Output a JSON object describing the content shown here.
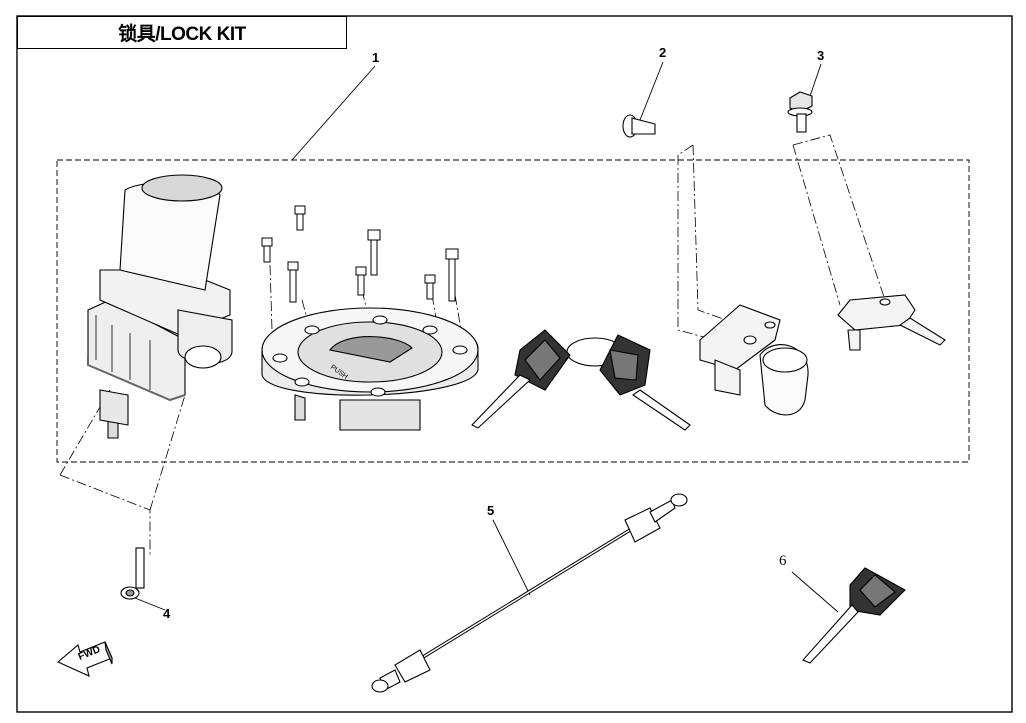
{
  "title": "锁具/LOCK KIT",
  "callouts": {
    "c1": "1",
    "c2": "2",
    "c3": "3",
    "c4": "4",
    "c5": "5",
    "c6": "6"
  },
  "fwd_label": "FWD",
  "gas_cap_text": "PUSH",
  "parts": [
    "lock-kit-assembly",
    "screw",
    "bolt",
    "screw",
    "seat-lock-cable",
    "key"
  ]
}
